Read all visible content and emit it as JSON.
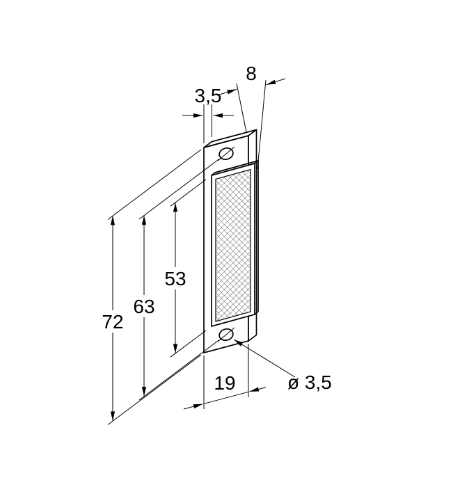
{
  "drawing": {
    "title": "reflector-technical-drawing",
    "units_note": "",
    "dimensions": {
      "depth": "8",
      "plate_thickness": "3,5",
      "overall_height": "72",
      "hole_spacing": "63",
      "reflector_height": "53",
      "width": "19",
      "hole_diameter": "ø 3,5"
    },
    "colors": {
      "line": "#000000",
      "background": "#ffffff",
      "hatch": "#2e2e2e"
    },
    "icons": {
      "hole_symbol": "circle-with-slash"
    }
  }
}
